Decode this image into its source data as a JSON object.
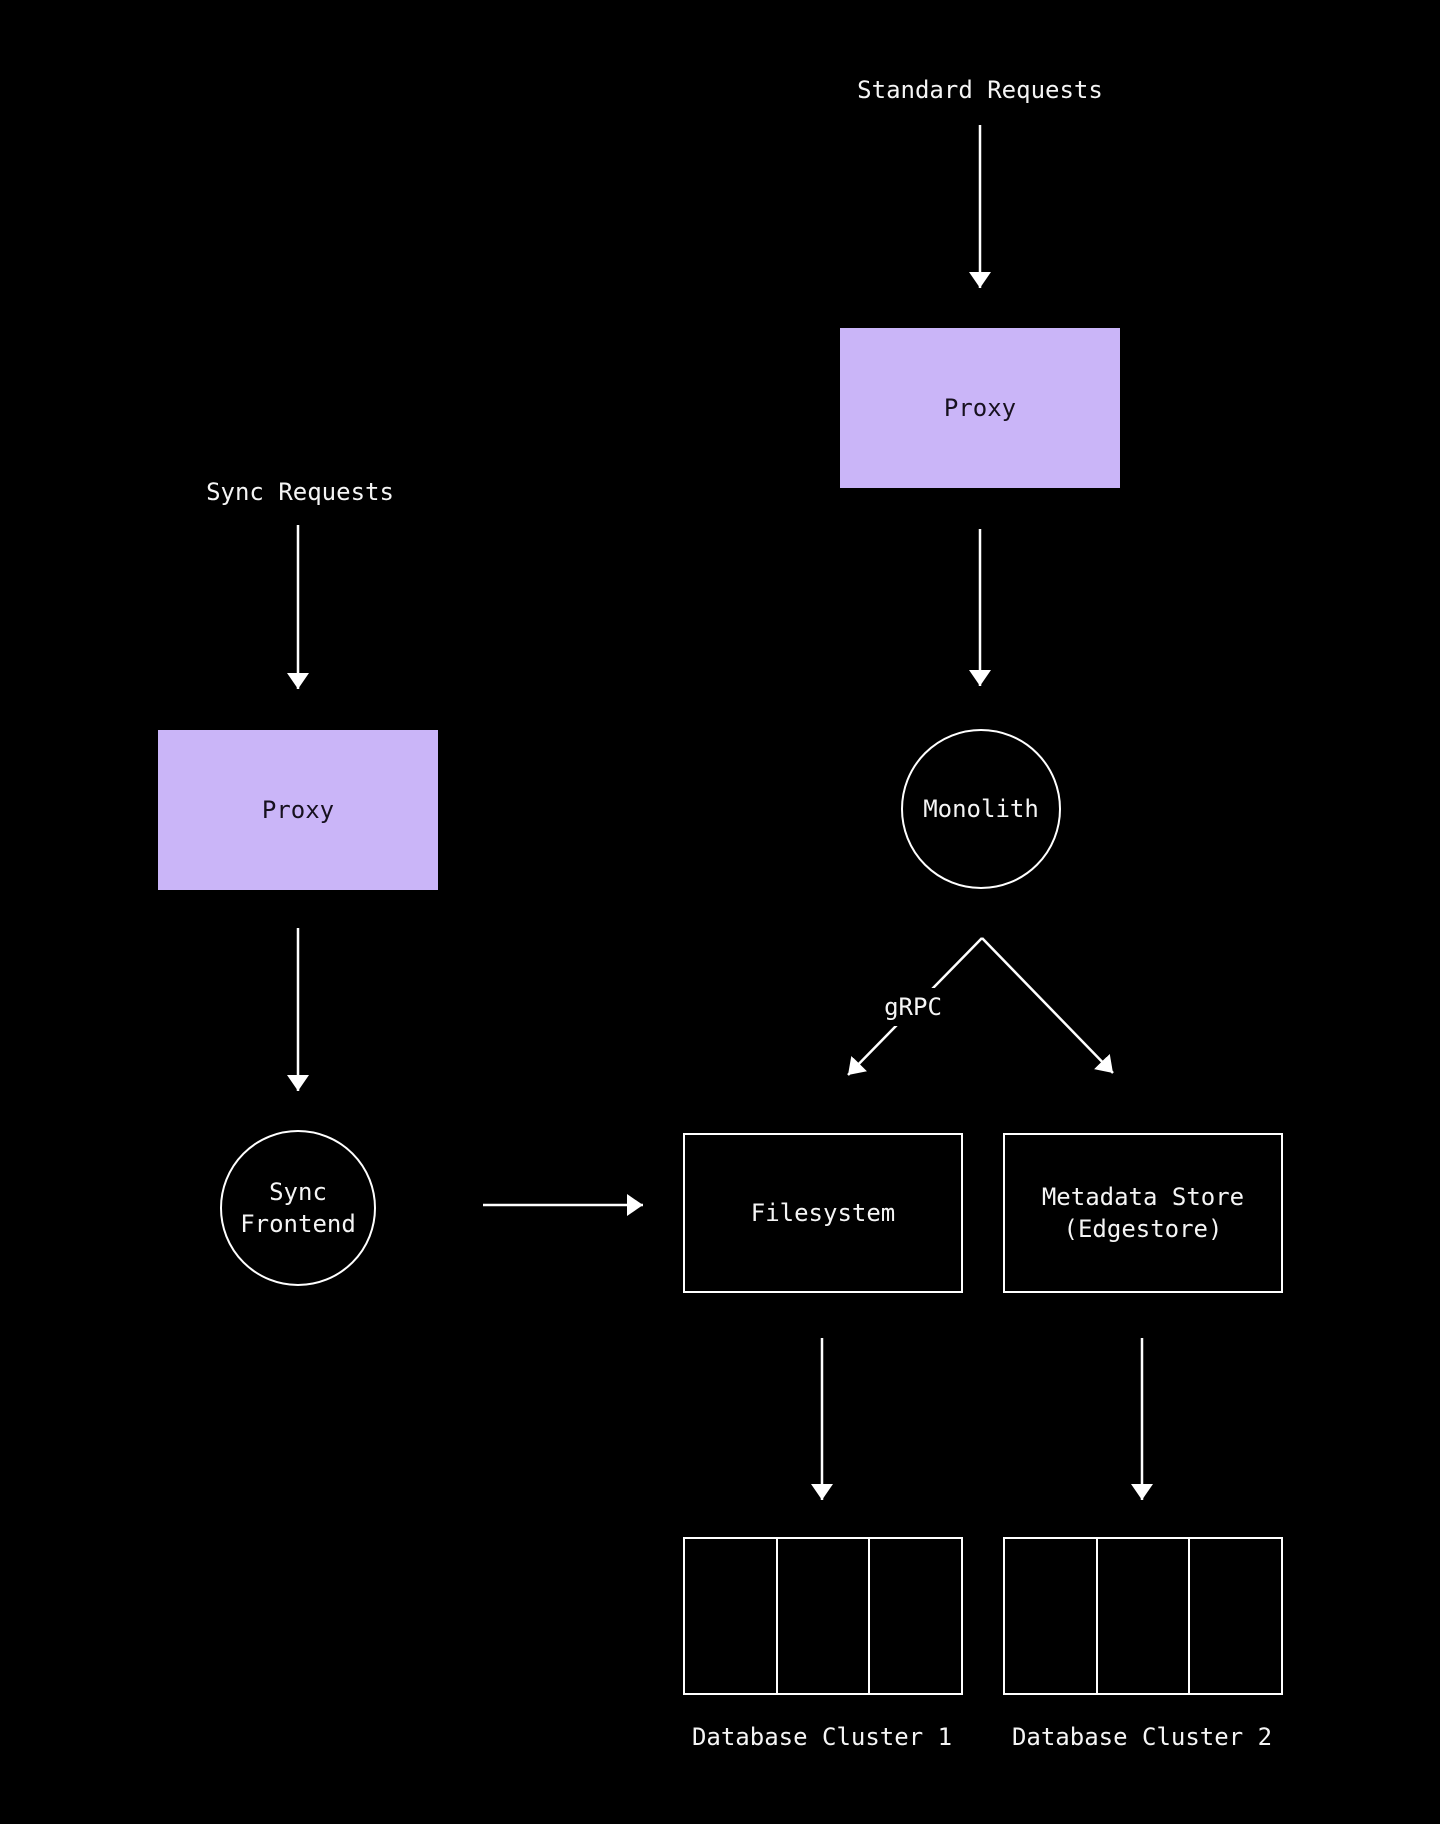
{
  "colors": {
    "background": "#000000",
    "stroke": "#ffffff",
    "accent": "#cab5f8",
    "dark_text": "#17111f"
  },
  "flow_labels": {
    "standard_requests": "Standard Requests",
    "sync_requests": "Sync Requests"
  },
  "edge_labels": {
    "grpc": "gRPC"
  },
  "nodes": {
    "proxy_standard": {
      "label": "Proxy"
    },
    "proxy_sync": {
      "label": "Proxy"
    },
    "monolith": {
      "label": "Monolith"
    },
    "sync_frontend": {
      "line1": "Sync",
      "line2": "Frontend"
    },
    "filesystem": {
      "label": "Filesystem"
    },
    "metadata_store": {
      "line1": "Metadata Store",
      "line2": "(Edgestore)"
    },
    "database_cluster_1": {
      "label": "Database Cluster 1",
      "partitions": 3
    },
    "database_cluster_2": {
      "label": "Database Cluster 2",
      "partitions": 3
    }
  }
}
